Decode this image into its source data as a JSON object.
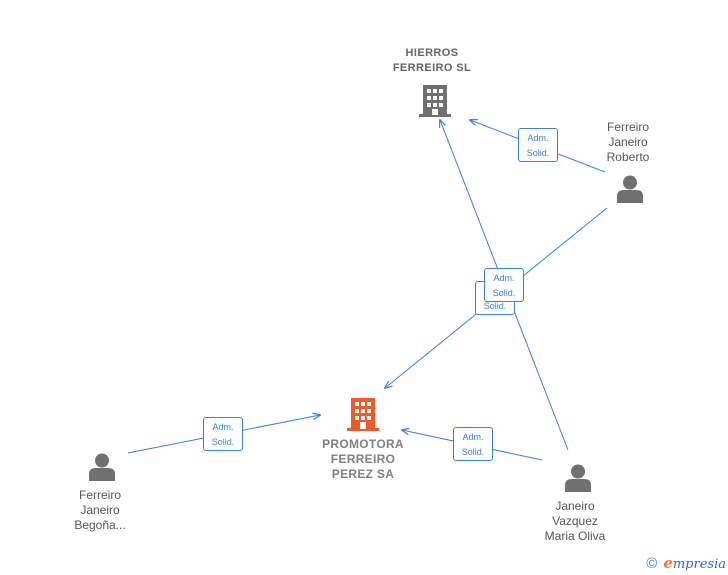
{
  "nodes": {
    "hierros": {
      "label_1": "HIERROS",
      "label_2": "FERREIRO SL",
      "icon": "building-icon",
      "color": "#707070"
    },
    "promotora": {
      "label_1": "PROMOTORA",
      "label_2": "FERREIRO",
      "label_3": "PEREZ SA",
      "icon": "building-icon",
      "color": "#f05a28"
    },
    "roberto": {
      "label_1": "Ferreiro",
      "label_2": "Janeiro",
      "label_3": "Roberto",
      "icon": "person-icon"
    },
    "begona": {
      "label_1": "Ferreiro",
      "label_2": "Janeiro",
      "label_3": "Begoña...",
      "icon": "person-icon"
    },
    "maria": {
      "label_1": "Janeiro",
      "label_2": "Vazquez",
      "label_3": "Maria Oliva",
      "icon": "person-icon"
    }
  },
  "edges": [
    {
      "from": "roberto",
      "to": "hierros",
      "label_1": "Adm.",
      "label_2": "Solid."
    },
    {
      "from": "roberto",
      "to": "promotora",
      "label_1": "Adm.",
      "label_2": "Solid."
    },
    {
      "from": "maria",
      "to": "hierros",
      "label_1": "Adm.",
      "label_2": "Solid."
    },
    {
      "from": "begona",
      "to": "promotora",
      "label_1": "Adm.",
      "label_2": "Solid."
    },
    {
      "from": "maria",
      "to": "promotora",
      "label_1": "Adm.",
      "label_2": "Solid."
    }
  ],
  "footer": {
    "copyright": "©",
    "brand_initial": "e",
    "brand_rest": "mpresia"
  },
  "colors": {
    "edge": "#3f7fd8",
    "person": "#707070"
  }
}
